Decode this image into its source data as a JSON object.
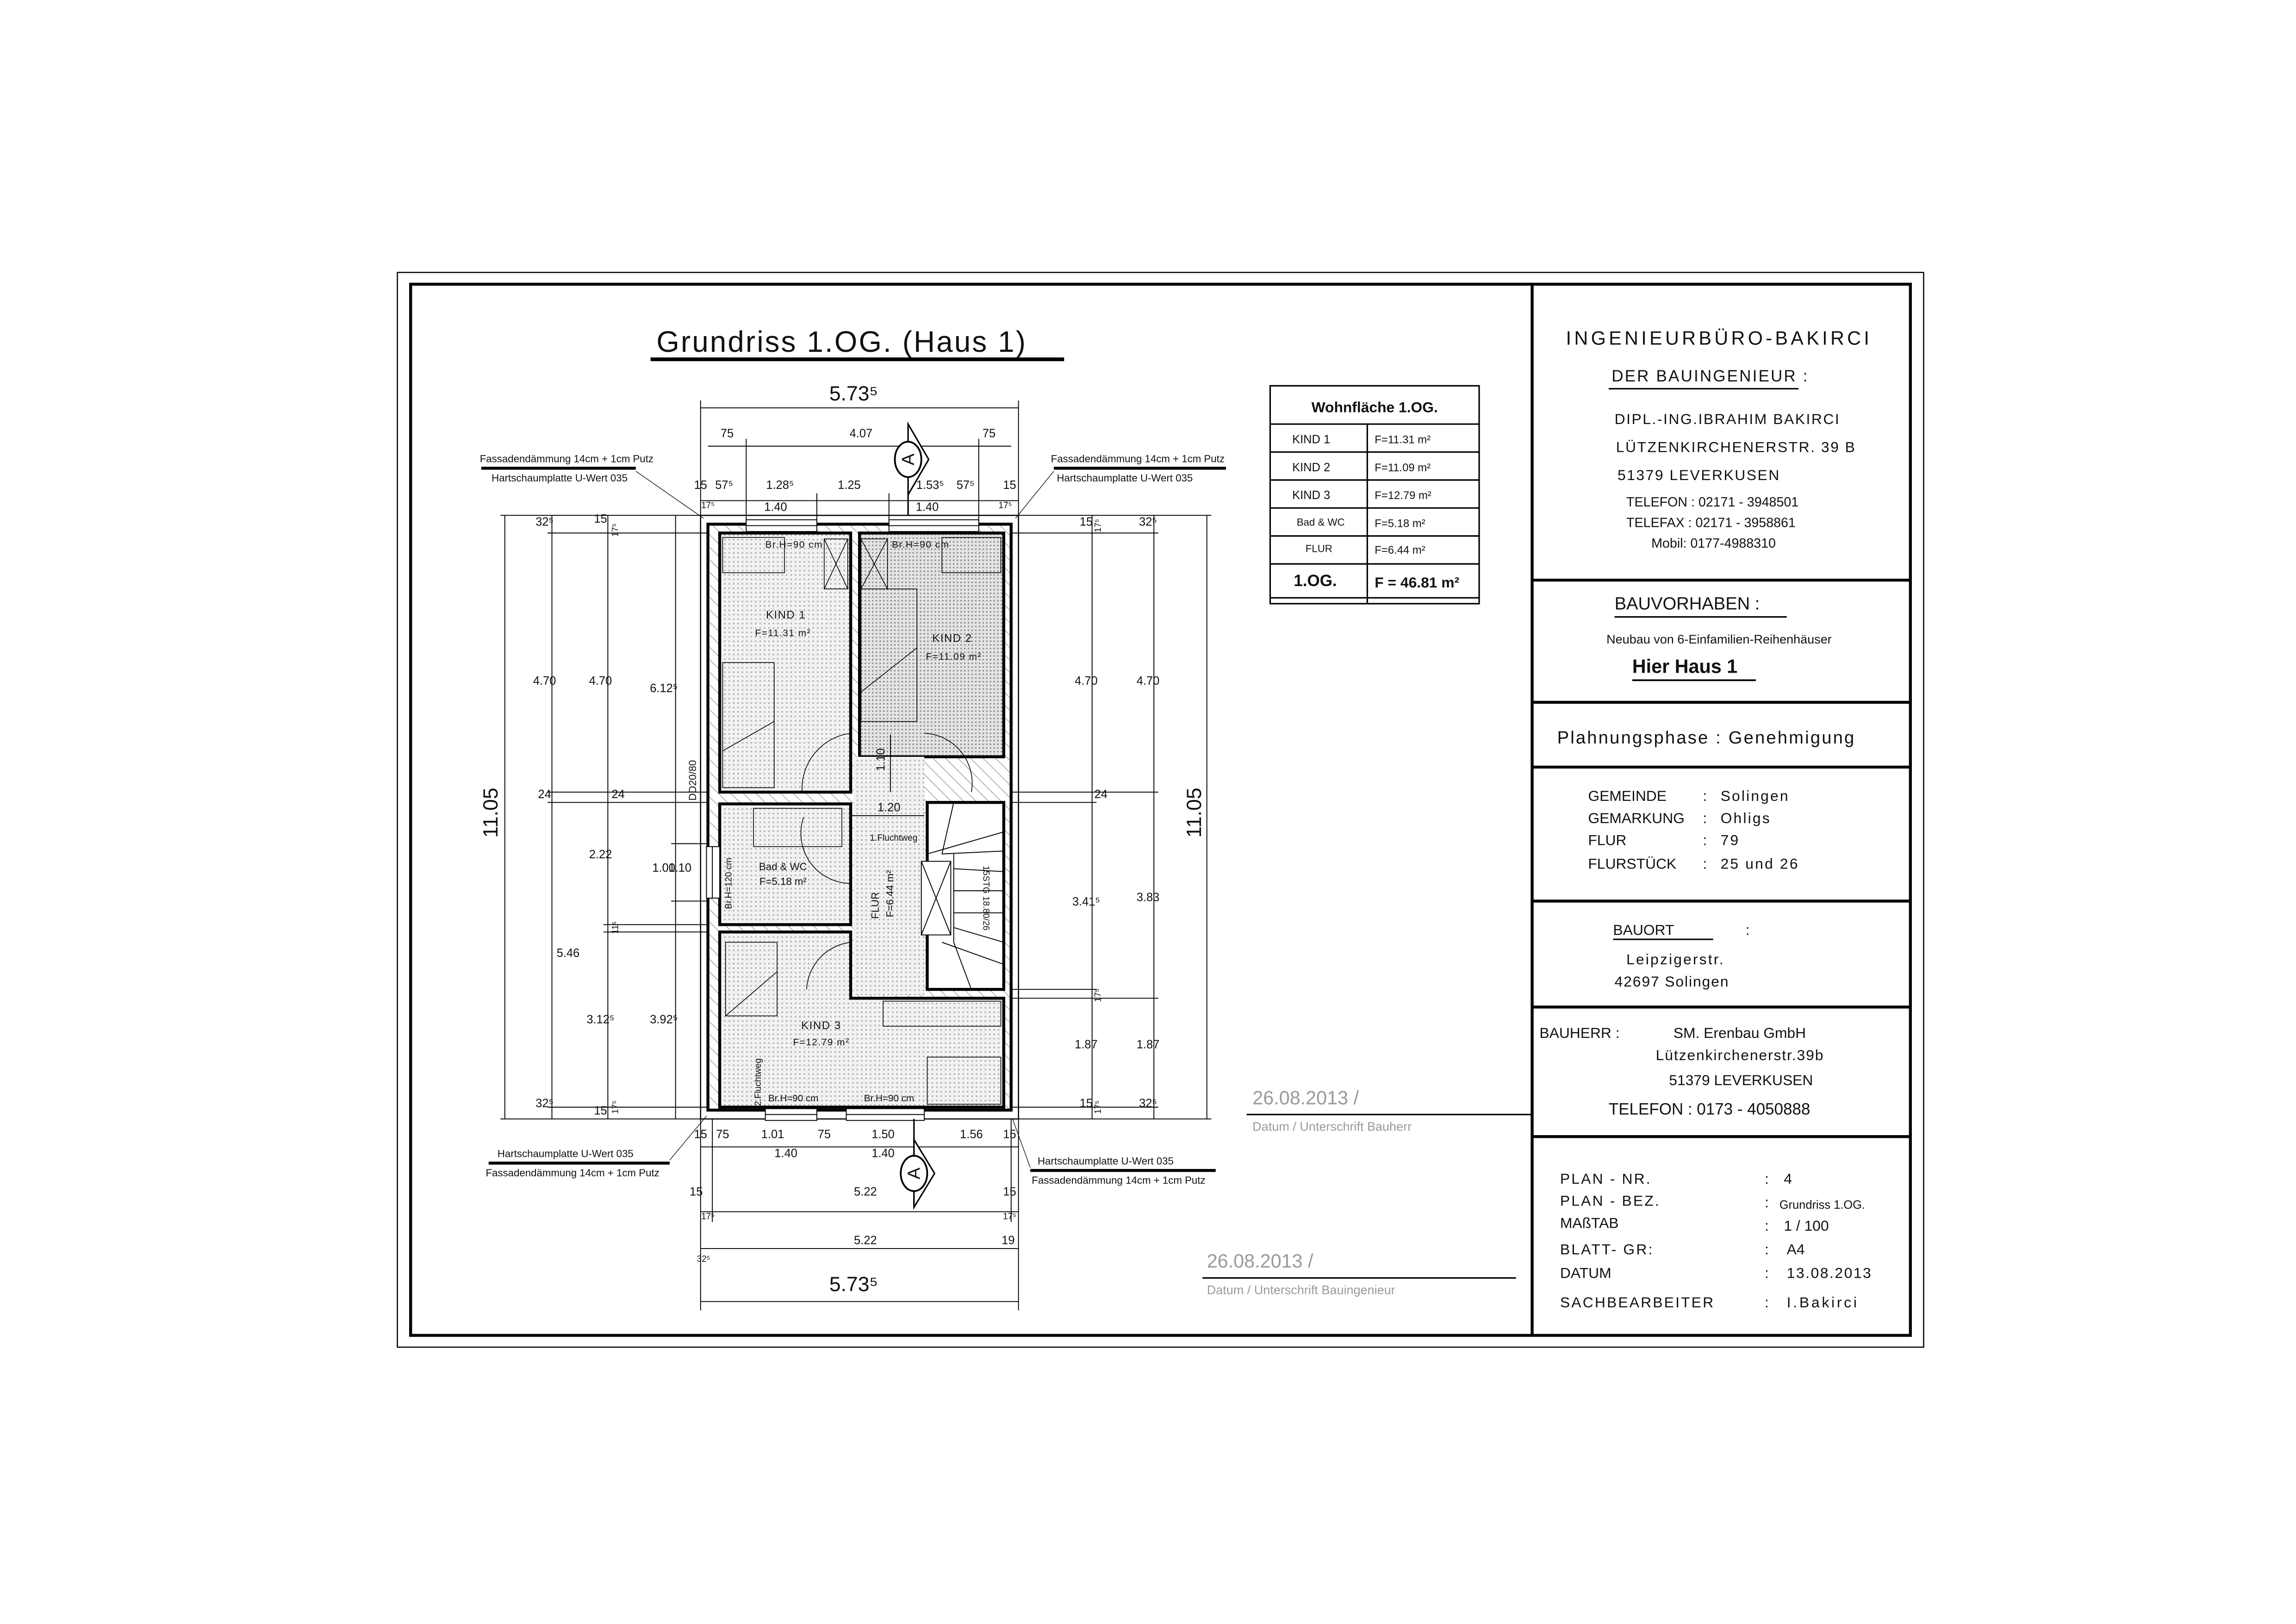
{
  "drawing_title": "Grundriss 1.OG. (Haus 1)",
  "area_table": {
    "title": "Wohnfläche 1.OG.",
    "rows": [
      {
        "room": "KIND 1",
        "area": "F=11.31 m²"
      },
      {
        "room": "KIND 2",
        "area": "F=11.09 m²"
      },
      {
        "room": "KIND 3",
        "area": "F=12.79 m²"
      },
      {
        "room": "Bad & WC",
        "area": "F=5.18 m²"
      },
      {
        "room": "FLUR",
        "area": "F=6.44 m²"
      }
    ],
    "total_label": "1.OG.",
    "total_area": "F = 46.81 m²"
  },
  "title_block": {
    "office": "INGENIEURBÜRO-BAKIRCI",
    "engineer_heading": "DER BAUINGENIEUR :",
    "engineer_name": "DIPL.-ING.IBRAHIM BAKIRCI",
    "engineer_street": "LÜTZENKIRCHENERSTR. 39 B",
    "engineer_city": "51379  LEVERKUSEN",
    "engineer_phone": "TELEFON : 02171 - 3948501",
    "engineer_fax": "TELEFAX : 02171 - 3958861",
    "engineer_mobile": "Mobil: 0177-4988310",
    "project_heading": "BAUVORHABEN :",
    "project_description": "Neubau von 6-Einfamilien-Reihenhäuser",
    "project_house": "Hier Haus 1",
    "phase": "Plahnungsphase : Genehmigung",
    "cadastre": [
      {
        "label": "GEMEINDE",
        "value": "Solingen"
      },
      {
        "label": "GEMARKUNG",
        "value": "Ohligs"
      },
      {
        "label": "FLUR",
        "value": " 79"
      },
      {
        "label": "FLURSTÜCK",
        "value": "25 und 26"
      }
    ],
    "site_heading": "BAUORT",
    "site_street": "Leipzigerstr.",
    "site_city": "42697 Solingen",
    "client_label": "BAUHERR :",
    "client_name": "SM. Erenbau GmbH",
    "client_street": "Lützenkirchenerstr.39b",
    "client_city": "51379  LEVERKUSEN",
    "client_phone": "TELEFON : 0173 - 4050888",
    "plan_info": [
      {
        "label": "PLAN - NR.",
        "value": "4"
      },
      {
        "label": "PLAN - BEZ.",
        "value": "Grundriss 1.OG."
      },
      {
        "label": "MAßTAB",
        "value": "1 / 100"
      },
      {
        "label": "BLATT- GR:",
        "value": "A4"
      },
      {
        "label": "DATUM",
        "value": "13.08.2013"
      },
      {
        "label": "SACHBEARBEITER",
        "value": "I.Bakirci"
      }
    ]
  },
  "signatures": [
    {
      "date": "26.08.2013 /",
      "label": "Datum / Unterschrift Bauherr"
    },
    {
      "date": "26.08.2013 /",
      "label": "Datum / Unterschrift Bauingenieur"
    }
  ],
  "plan": {
    "section_marker": "A",
    "facade_note_1": "Fassadendämmung 14cm + 1cm Putz",
    "facade_note_2": "Hartschaumplatte  U-Wert 035",
    "rooms": {
      "kind1": {
        "name": "KIND 1",
        "area": "F=11.31 m²",
        "sill": "Br.H=90 cm"
      },
      "kind2": {
        "name": "KIND 2",
        "area": "F=11.09 m²",
        "sill": "Br.H=90 cm"
      },
      "bad": {
        "name": "Bad & WC",
        "area": "F=5.18 m²",
        "sill": "Br.H=120 cm"
      },
      "flur": {
        "name": "FLUR",
        "area": "F=6.44 m²"
      },
      "kind3": {
        "name": "KIND 3",
        "area": "F=12.79 m²",
        "sill_1": "Br.H=90 cm",
        "sill_2": "Br.H=90 cm"
      }
    },
    "escape_1": "1.Fluchtweg",
    "escape_2": "2.Fluchtweg",
    "stairs": "15STG 18.80/26",
    "hall_depth": "1.10",
    "hall_width": "1.20"
  },
  "dimensions": {
    "top": [
      "5.73⁵",
      "75",
      "4.07",
      "75",
      "15",
      "57⁵",
      "1.28⁵",
      "1.25",
      "1.53⁵",
      "57⁵",
      "15",
      "17⁵",
      "1.40",
      "1.40",
      "17⁵"
    ],
    "bottom": [
      "15",
      "75",
      "1.01",
      "75",
      "1.50",
      "1.56",
      "15",
      "1.40",
      "1.40",
      "15",
      "5.22",
      "15",
      "17⁵",
      "17⁵",
      "5.22",
      "32⁵",
      "19",
      "5.73⁵"
    ],
    "left": [
      "11.05",
      "32⁵",
      "4.70",
      "24",
      "5.46",
      "32⁵",
      "15",
      "17⁵",
      "4.70",
      "24",
      "2.22",
      "11⁵",
      "3.12⁵",
      "15",
      "17⁵",
      "6.12⁵",
      "1.00",
      "1.10",
      "3.92⁵",
      "DD20/80"
    ],
    "right": [
      "15",
      "17⁵",
      "4.70",
      "24",
      "3.41⁵",
      "17⁵",
      "1.87",
      "15",
      "17⁵",
      "32⁵",
      "4.70",
      "3.83",
      "1.87",
      "32⁵",
      "11.05"
    ]
  }
}
